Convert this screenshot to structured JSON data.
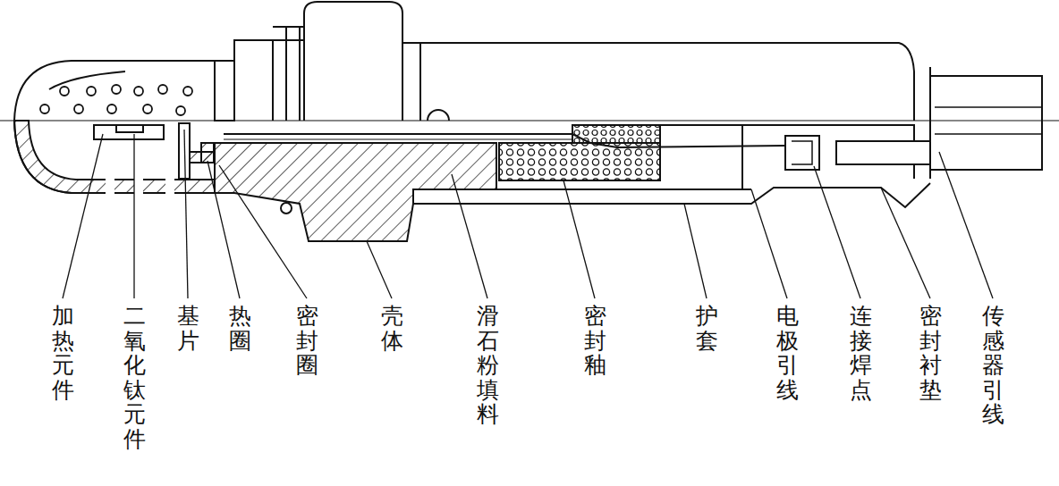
{
  "diagram": {
    "labels": [
      "加热元件",
      "二氧化钛元件",
      "基片",
      "热圈",
      "密封圈",
      "壳体",
      "滑石粉填料",
      "密封釉",
      "护套",
      "电极引线",
      "连接焊点",
      "密封衬垫",
      "传感器引线"
    ]
  }
}
